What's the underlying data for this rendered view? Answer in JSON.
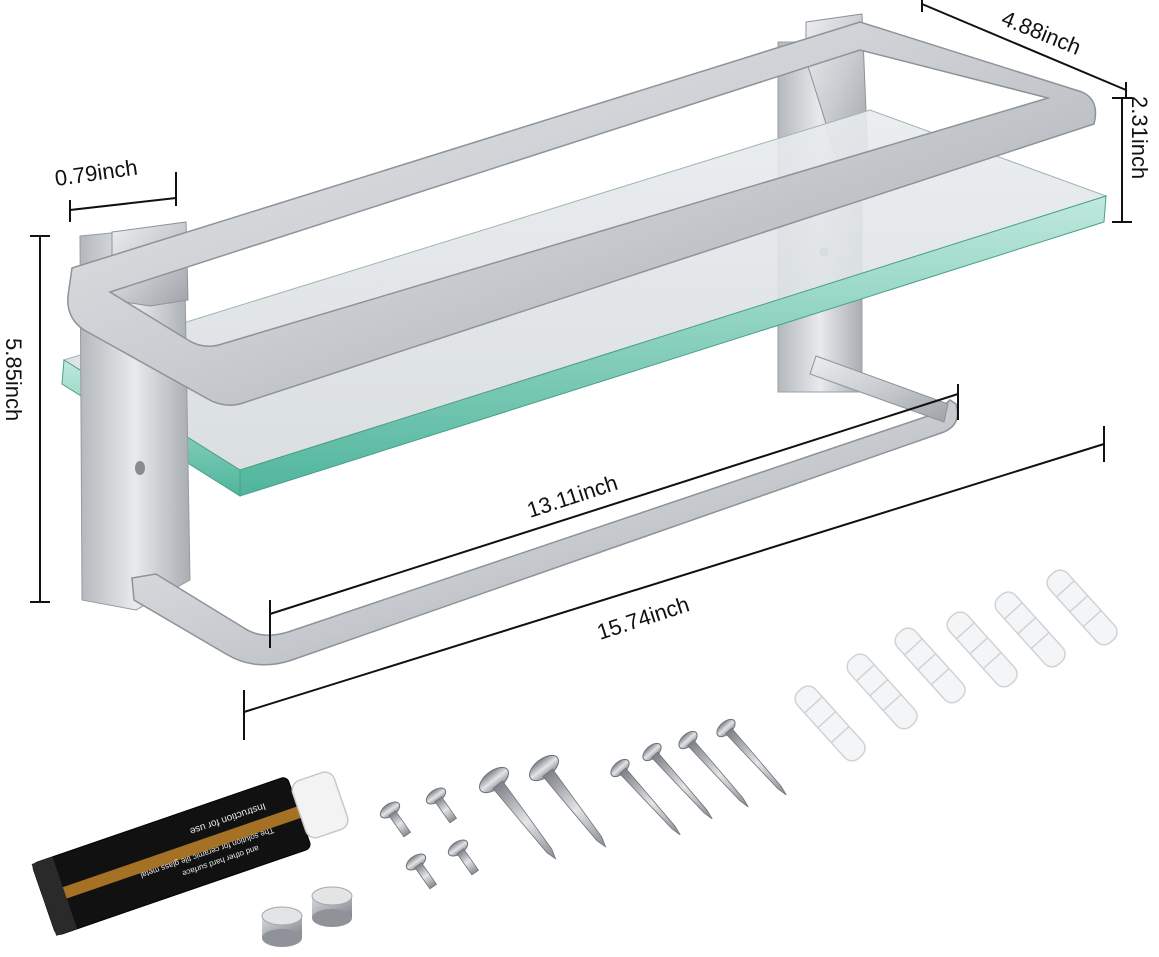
{
  "dimensions": {
    "depth": "4.88inch",
    "shelf_height": "2.31inch",
    "bracket_width": "0.79inch",
    "total_height": "5.85inch",
    "inner_length": "13.11inch",
    "total_length": "15.74inch"
  },
  "tube_label": {
    "line1": "Instruction for use",
    "line2": "The solution for ceramic tile glass metal",
    "line3": "and other hard surface"
  },
  "accessories": {
    "tube": "adhesive-tube",
    "caps": 2,
    "small_screws": 4,
    "large_screws": 2,
    "wood_screws": 4,
    "wall_anchors": 6
  },
  "colors": {
    "aluminum": "#c8cbce",
    "glass_edge": "#6fc9b5",
    "background": "#ffffff"
  }
}
